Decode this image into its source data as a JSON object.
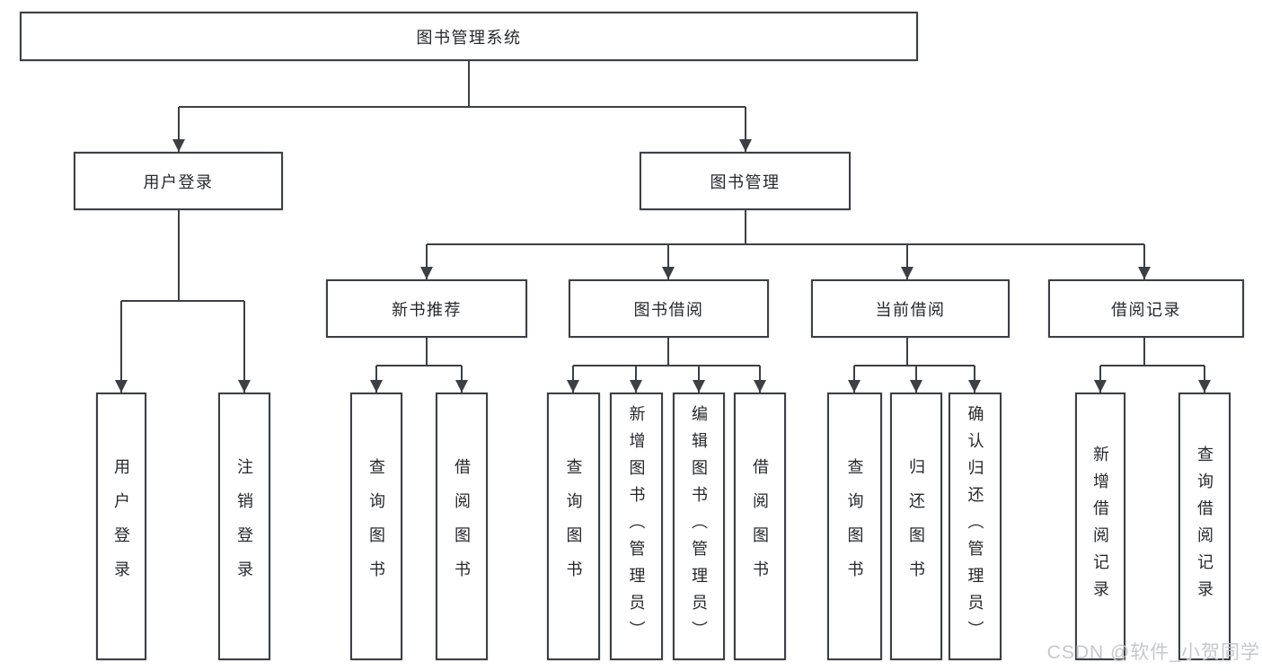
{
  "tree": {
    "root": "图书管理系统",
    "user_login": {
      "label": "用户登录",
      "children": [
        "用户登录",
        "注销登录"
      ]
    },
    "book_management": {
      "label": "图书管理",
      "sections": {
        "new_book": {
          "label": "新书推荐",
          "children": [
            "查询图书",
            "借阅图书"
          ]
        },
        "book_borrow": {
          "label": "图书借阅",
          "children": [
            "查询图书",
            "新增图书（管理员）",
            "编辑图书（管理员）",
            "借阅图书"
          ]
        },
        "current_borrow": {
          "label": "当前借阅",
          "children": [
            "查询图书",
            "归还图书",
            "确认归还（管理员）"
          ]
        },
        "borrow_records": {
          "label": "借阅记录",
          "children": [
            "新增借阅记录",
            "查询借阅记录"
          ]
        }
      }
    }
  },
  "watermark": "CSDN @软件_小贺同学",
  "colors": {
    "line": "#3c4045",
    "box_border": "#3c4045",
    "text": "#26282c",
    "watermark": "#c5c7cb",
    "background": "#ffffff"
  }
}
